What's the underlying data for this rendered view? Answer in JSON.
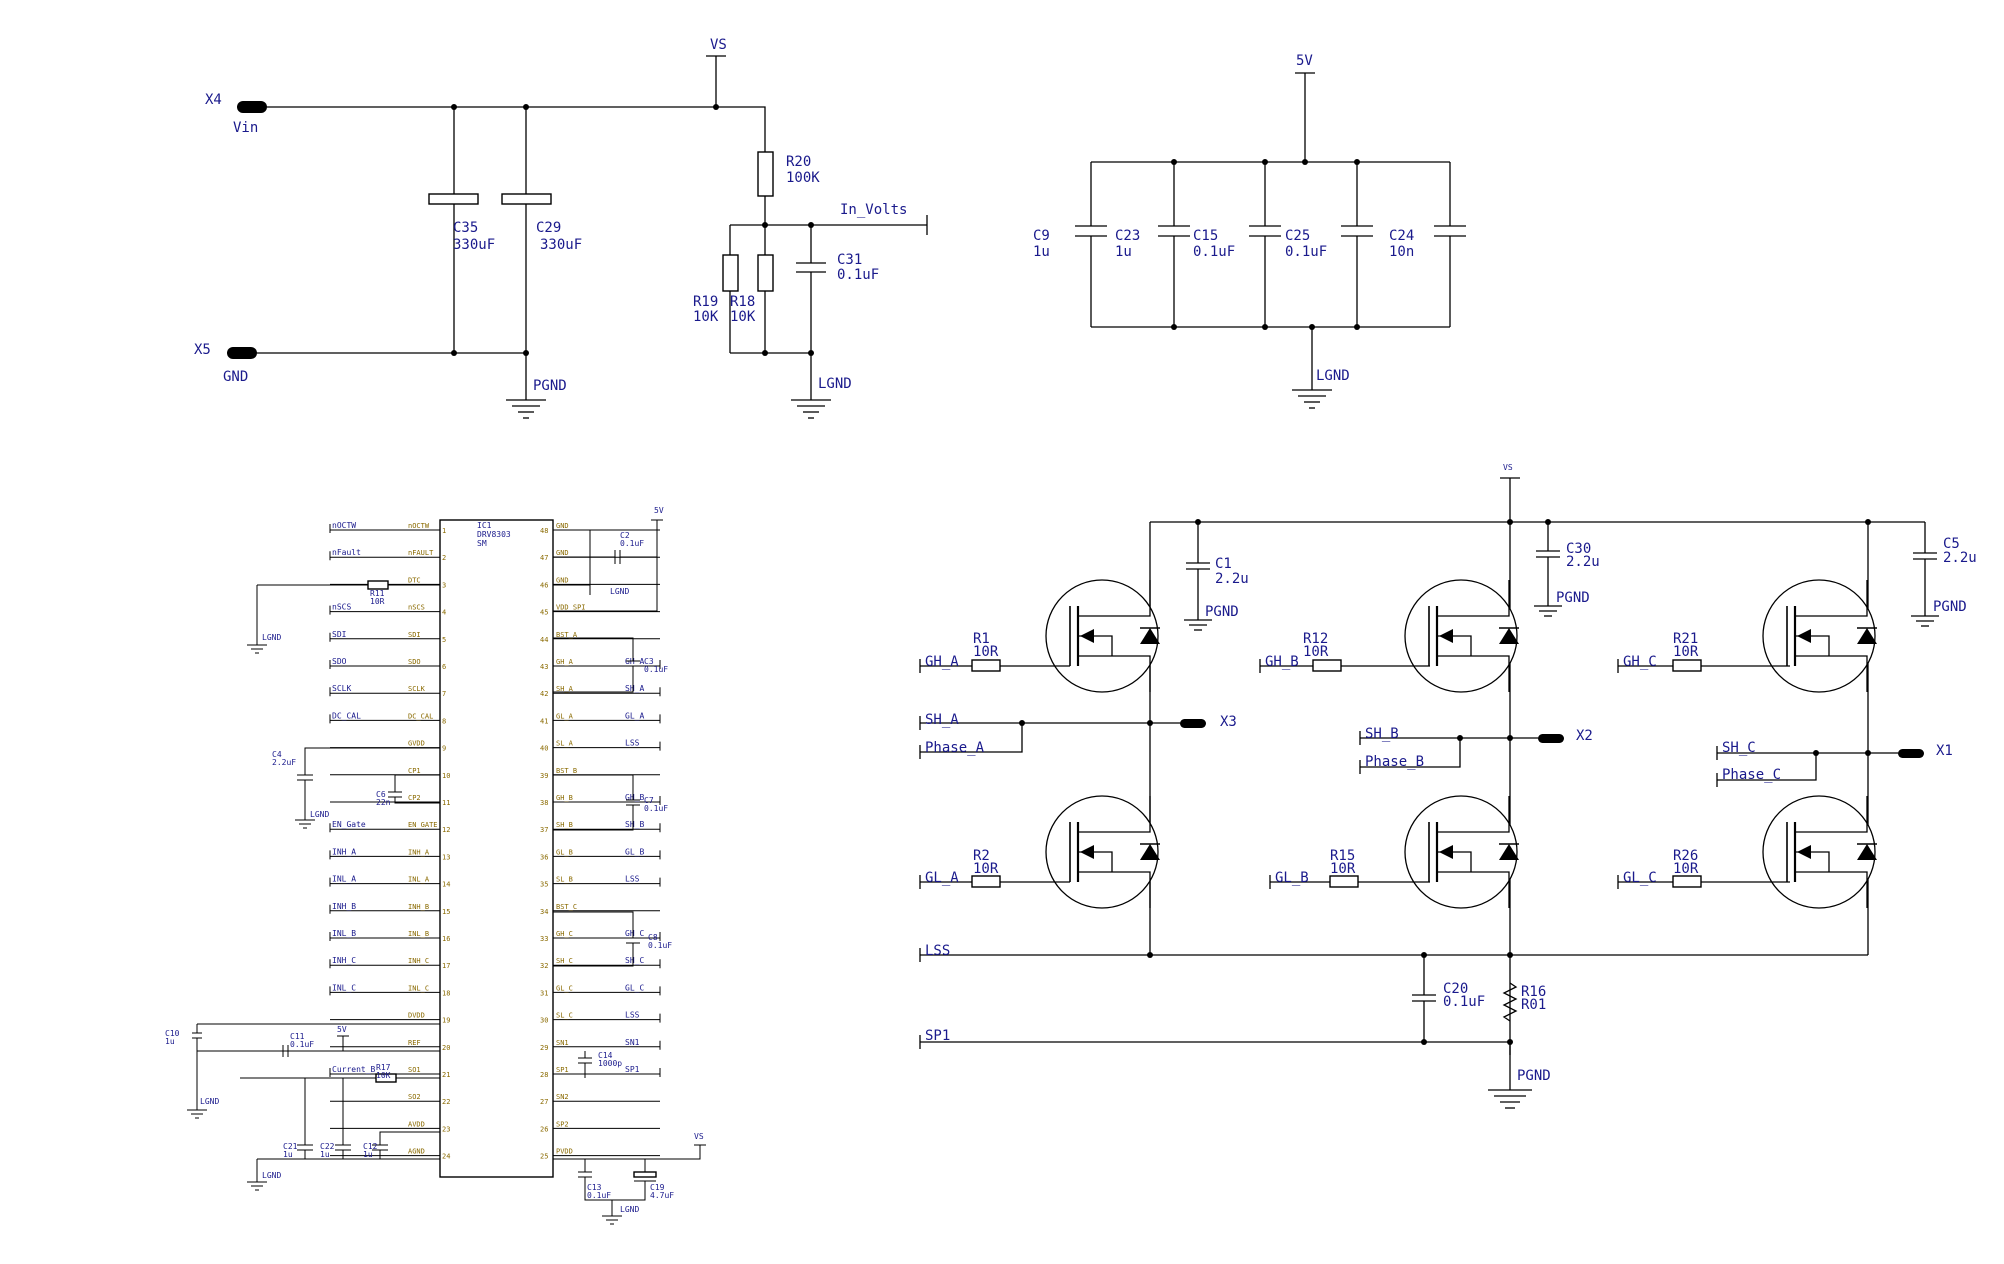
{
  "upper_left": {
    "x4_label": "X4",
    "vin_label": "Vin",
    "x5_label": "X5",
    "gnd_label": "GND",
    "vs_label": "VS",
    "pgnd_label": "PGND",
    "lgnd_label": "LGND",
    "c35": {
      "ref": "C35",
      "value": "330uF"
    },
    "c29": {
      "ref": "C29",
      "value": "330uF"
    },
    "r20": {
      "ref": "R20",
      "value": "100K"
    },
    "in_volts_label": "In_Volts",
    "c31": {
      "ref": "C31",
      "value": "0.1uF"
    },
    "r19": {
      "ref": "R19",
      "value": "10K"
    },
    "r18": {
      "ref": "R18",
      "value": "10K"
    }
  },
  "upper_right": {
    "v5_label": "5V",
    "lgnd_label": "LGND",
    "caps": [
      {
        "ref": "C9",
        "value": "1u"
      },
      {
        "ref": "C23",
        "value": "1u"
      },
      {
        "ref": "C15",
        "value": "0.1uF"
      },
      {
        "ref": "C25",
        "value": "0.1uF"
      },
      {
        "ref": "C24",
        "value": "10n"
      }
    ]
  },
  "ic": {
    "ref": "IC1",
    "part": "DRV8303",
    "pkg": "SM",
    "left_pins": [
      {
        "num": "1",
        "name": "nOCTW",
        "net": "nOCTW"
      },
      {
        "num": "2",
        "name": "nFAULT",
        "net": "nFault"
      },
      {
        "num": "3",
        "name": "DTC",
        "net": ""
      },
      {
        "num": "4",
        "name": "nSCS",
        "net": "nSCS"
      },
      {
        "num": "5",
        "name": "SDI",
        "net": "SDI"
      },
      {
        "num": "6",
        "name": "SDO",
        "net": "SDO"
      },
      {
        "num": "7",
        "name": "SCLK",
        "net": "SCLK"
      },
      {
        "num": "8",
        "name": "DC_CAL",
        "net": "DC_CAL"
      },
      {
        "num": "9",
        "name": "GVDD",
        "net": ""
      },
      {
        "num": "10",
        "name": "CP1",
        "net": ""
      },
      {
        "num": "11",
        "name": "CP2",
        "net": ""
      },
      {
        "num": "12",
        "name": "EN_GATE",
        "net": "EN_Gate"
      },
      {
        "num": "13",
        "name": "INH_A",
        "net": "INH_A"
      },
      {
        "num": "14",
        "name": "INL_A",
        "net": "INL_A"
      },
      {
        "num": "15",
        "name": "INH_B",
        "net": "INH_B"
      },
      {
        "num": "16",
        "name": "INL_B",
        "net": "INL_B"
      },
      {
        "num": "17",
        "name": "INH_C",
        "net": "INH_C"
      },
      {
        "num": "18",
        "name": "INL_C",
        "net": "INL_C"
      },
      {
        "num": "19",
        "name": "DVDD",
        "net": ""
      },
      {
        "num": "20",
        "name": "REF",
        "net": ""
      },
      {
        "num": "21",
        "name": "SO1",
        "net": "Current_B"
      },
      {
        "num": "22",
        "name": "SO2",
        "net": ""
      },
      {
        "num": "23",
        "name": "AVDD",
        "net": ""
      },
      {
        "num": "24",
        "name": "AGND",
        "net": ""
      }
    ],
    "right_pins": [
      {
        "num": "48",
        "name": "GND",
        "net": ""
      },
      {
        "num": "47",
        "name": "GND",
        "net": ""
      },
      {
        "num": "46",
        "name": "GND",
        "net": ""
      },
      {
        "num": "45",
        "name": "VDD_SPI",
        "net": ""
      },
      {
        "num": "44",
        "name": "BST_A",
        "net": ""
      },
      {
        "num": "43",
        "name": "GH_A",
        "net": "GH_A"
      },
      {
        "num": "42",
        "name": "SH_A",
        "net": "SH_A"
      },
      {
        "num": "41",
        "name": "GL_A",
        "net": "GL_A"
      },
      {
        "num": "40",
        "name": "SL_A",
        "net": "LSS"
      },
      {
        "num": "39",
        "name": "BST_B",
        "net": ""
      },
      {
        "num": "38",
        "name": "GH_B",
        "net": "GH_B"
      },
      {
        "num": "37",
        "name": "SH_B",
        "net": "SH_B"
      },
      {
        "num": "36",
        "name": "GL_B",
        "net": "GL_B"
      },
      {
        "num": "35",
        "name": "SL_B",
        "net": "LSS"
      },
      {
        "num": "34",
        "name": "BST_C",
        "net": ""
      },
      {
        "num": "33",
        "name": "GH_C",
        "net": "GH_C"
      },
      {
        "num": "32",
        "name": "SH_C",
        "net": "SH_C"
      },
      {
        "num": "31",
        "name": "GL_C",
        "net": "GL_C"
      },
      {
        "num": "30",
        "name": "SL_C",
        "net": "LSS"
      },
      {
        "num": "29",
        "name": "SN1",
        "net": "SN1"
      },
      {
        "num": "28",
        "name": "SP1",
        "net": "SP1"
      },
      {
        "num": "27",
        "name": "SN2",
        "net": ""
      },
      {
        "num": "26",
        "name": "SP2",
        "net": ""
      },
      {
        "num": "25",
        "name": "PVDD",
        "net": ""
      }
    ],
    "labels": {
      "r11": {
        "ref": "R11",
        "value": "10R"
      },
      "lgnd": "LGND",
      "v5": "5V",
      "c2": {
        "ref": "C2",
        "value": "0.1uF"
      },
      "c3": {
        "ref": "C3",
        "value": "0.1uF"
      },
      "c7": {
        "ref": "C7",
        "value": "0.1uF"
      },
      "c8": {
        "ref": "C8",
        "value": "0.1uF"
      },
      "c4": {
        "ref": "C4",
        "value": "2.2uF"
      },
      "c6": {
        "ref": "C6",
        "value": "22n"
      },
      "c10": {
        "ref": "C10",
        "value": "1u"
      },
      "c11": {
        "ref": "C11",
        "value": "0.1uF"
      },
      "r17": {
        "ref": "R17",
        "value": "10K"
      },
      "c21": {
        "ref": "C21",
        "value": "1u"
      },
      "c22": {
        "ref": "C22",
        "value": "1u"
      },
      "c12": {
        "ref": "C12",
        "value": "1u"
      },
      "c14": {
        "ref": "C14",
        "value": "1000p"
      },
      "c13": {
        "ref": "C13",
        "value": "0.1uF"
      },
      "c19": {
        "ref": "C19",
        "value": "4.7uF"
      },
      "vs": "VS"
    }
  },
  "bridge": {
    "vs_label": "VS",
    "pgnd_label": "PGND",
    "c1": {
      "ref": "C1",
      "value": "2.2u"
    },
    "c30": {
      "ref": "C30",
      "value": "2.2u"
    },
    "c5": {
      "ref": "C5",
      "value": "2.2u"
    },
    "r1": {
      "ref": "R1",
      "value": "10R"
    },
    "r12": {
      "ref": "R12",
      "value": "10R"
    },
    "r21": {
      "ref": "R21",
      "value": "10R"
    },
    "r2": {
      "ref": "R2",
      "value": "10R"
    },
    "r15": {
      "ref": "R15",
      "value": "10R"
    },
    "r26": {
      "ref": "R26",
      "value": "10R"
    },
    "gh_a": "GH_A",
    "gh_b": "GH_B",
    "gh_c": "GH_C",
    "gl_a": "GL_A",
    "gl_b": "GL_B",
    "gl_c": "GL_C",
    "sh_a": "SH_A",
    "sh_b": "SH_B",
    "sh_c": "SH_C",
    "phase_a": "Phase_A",
    "phase_b": "Phase_B",
    "phase_c": "Phase_C",
    "x1": "X1",
    "x2": "X2",
    "x3": "X3",
    "lss": "LSS",
    "sp1": "SP1",
    "c20": {
      "ref": "C20",
      "value": "0.1uF"
    },
    "r16": {
      "ref": "R16",
      "value": "R01"
    }
  }
}
